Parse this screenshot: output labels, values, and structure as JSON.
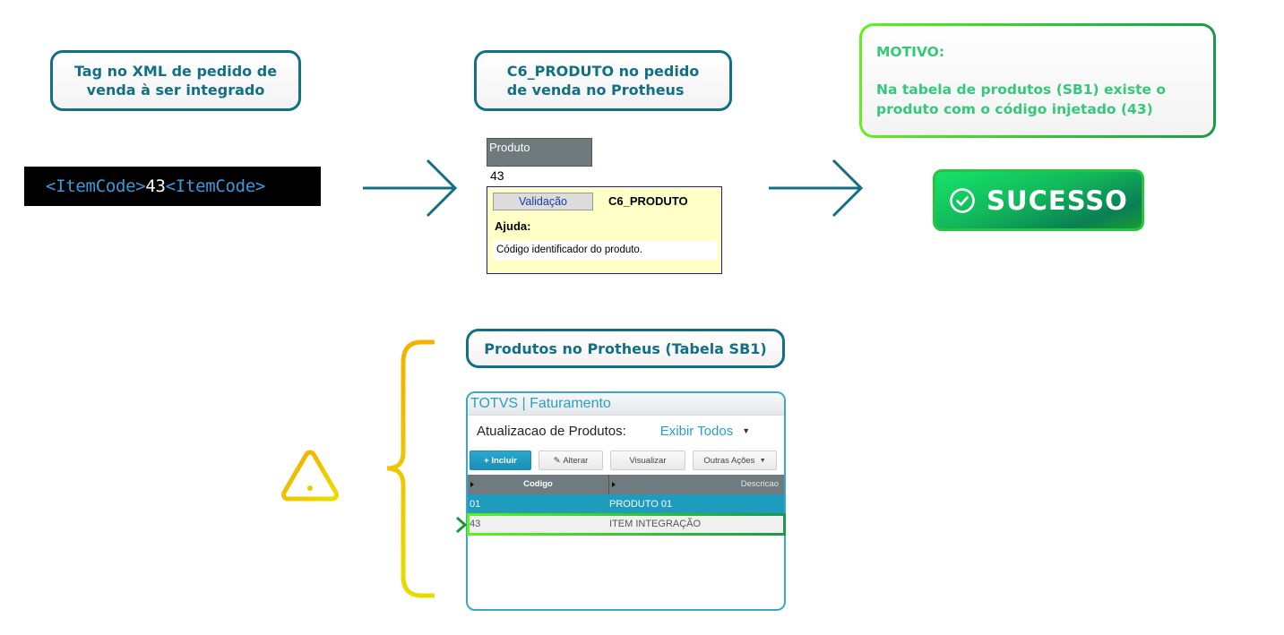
{
  "step1": {
    "title_line1": "Tag no XML de pedido de",
    "title_line2": "venda à ser integrado",
    "code_open": "<ItemCode>",
    "code_value": "43",
    "code_close": "<ItemCode>"
  },
  "step2": {
    "title_line1": "C6_PRODUTO no pedido",
    "title_line2": "de venda no Protheus",
    "field_header": "Produto",
    "field_value": "43",
    "validation_button": "Validação",
    "field_name": "C6_PRODUTO",
    "help_label": "Ajuda:",
    "help_text": "Código identificador do produto."
  },
  "result": {
    "motivo_label": "MOTIVO:",
    "reason_part1": "Na tabela de produtos ",
    "reason_bold1": "(SB1)",
    "reason_part2": " existe o produto com o código injetado ",
    "reason_bold2": "(43)",
    "status": "SUCESSO",
    "status_icon": "check-circle-icon",
    "colors": {
      "success": "#12b85a",
      "accent": "#136f86",
      "warning": "#f5b800"
    }
  },
  "sb1": {
    "title": "Produtos no Protheus (Tabela SB1)",
    "window_title": "TOTVS | Faturamento",
    "subtitle": "Atualizacao de Produtos:",
    "filter": "Exibir Todos",
    "buttons": {
      "incluir": "+ Incluir",
      "alterar": "Alterar",
      "visualizar": "Visualizar",
      "outras": "Outras Ações"
    },
    "columns": [
      "Codigo",
      "Descricao"
    ],
    "rows": [
      {
        "codigo": "01",
        "descricao": "PRODUTO 01"
      },
      {
        "codigo": "43",
        "descricao": "ITEM INTEGRAÇÃO"
      }
    ]
  }
}
